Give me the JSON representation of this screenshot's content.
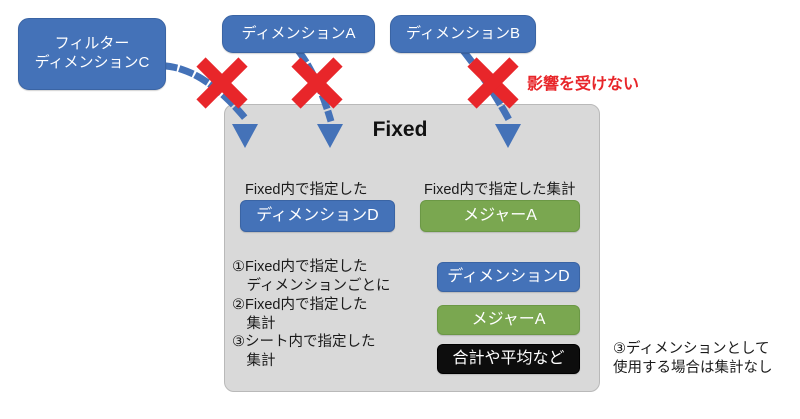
{
  "diagram": {
    "title_label": "Fixed",
    "no_effect_label": "影響を受けない",
    "colors": {
      "blue": "#4472b8",
      "green": "#7aa750",
      "black": "#0d0d0d",
      "panel_gray": "#d9d9d9",
      "red_x": "#e8262a",
      "arrow_blue": "#4472b8"
    },
    "top_nodes": [
      {
        "id": "filter",
        "label": "フィルター\nディメンションC"
      },
      {
        "id": "dimension-a",
        "label": "ディメンションA"
      },
      {
        "id": "dimension-b",
        "label": "ディメンションB"
      }
    ],
    "fixed_panel": {
      "captions": [
        {
          "id": "dimension-caption",
          "label": "Fixed内で指定した"
        },
        {
          "id": "measure-caption",
          "label": "Fixed内で指定した集計"
        }
      ],
      "pills_top": [
        {
          "id": "dimension-d-top",
          "label": "ディメンションD",
          "color": "blue"
        },
        {
          "id": "measure-a-top",
          "label": "メジャーA",
          "color": "green"
        }
      ],
      "steps_text": "①Fixed内で指定した\n　ディメンションごとに\n②Fixed内で指定した\n　集計\n③シート内で指定した\n　集計",
      "pills_bottom": [
        {
          "id": "dimension-d-bottom",
          "label": "ディメンションD",
          "color": "blue"
        },
        {
          "id": "measure-a-bottom",
          "label": "メジャーA",
          "color": "green"
        },
        {
          "id": "aggregation-bottom",
          "label": "合計や平均など",
          "color": "black"
        }
      ]
    },
    "side_note": "③ディメンションとして\n使用する場合は集計なし"
  }
}
